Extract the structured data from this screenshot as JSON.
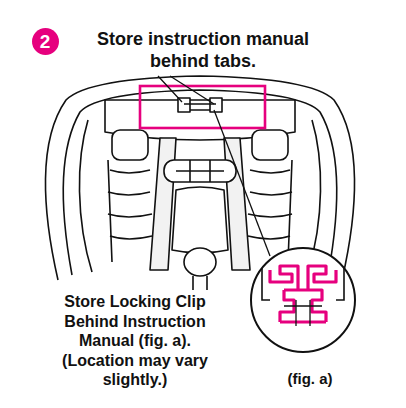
{
  "diagram": {
    "nodes": [
      {
        "text": [
          "2"
        ]
      }
    ],
    "labels": [
      "Store instruction manual behind tabs.",
      "Store Locking Clip Behind Instruction Manual (fig. a). (Location may vary slightly.)",
      "(fig. a)"
    ]
  }
}
